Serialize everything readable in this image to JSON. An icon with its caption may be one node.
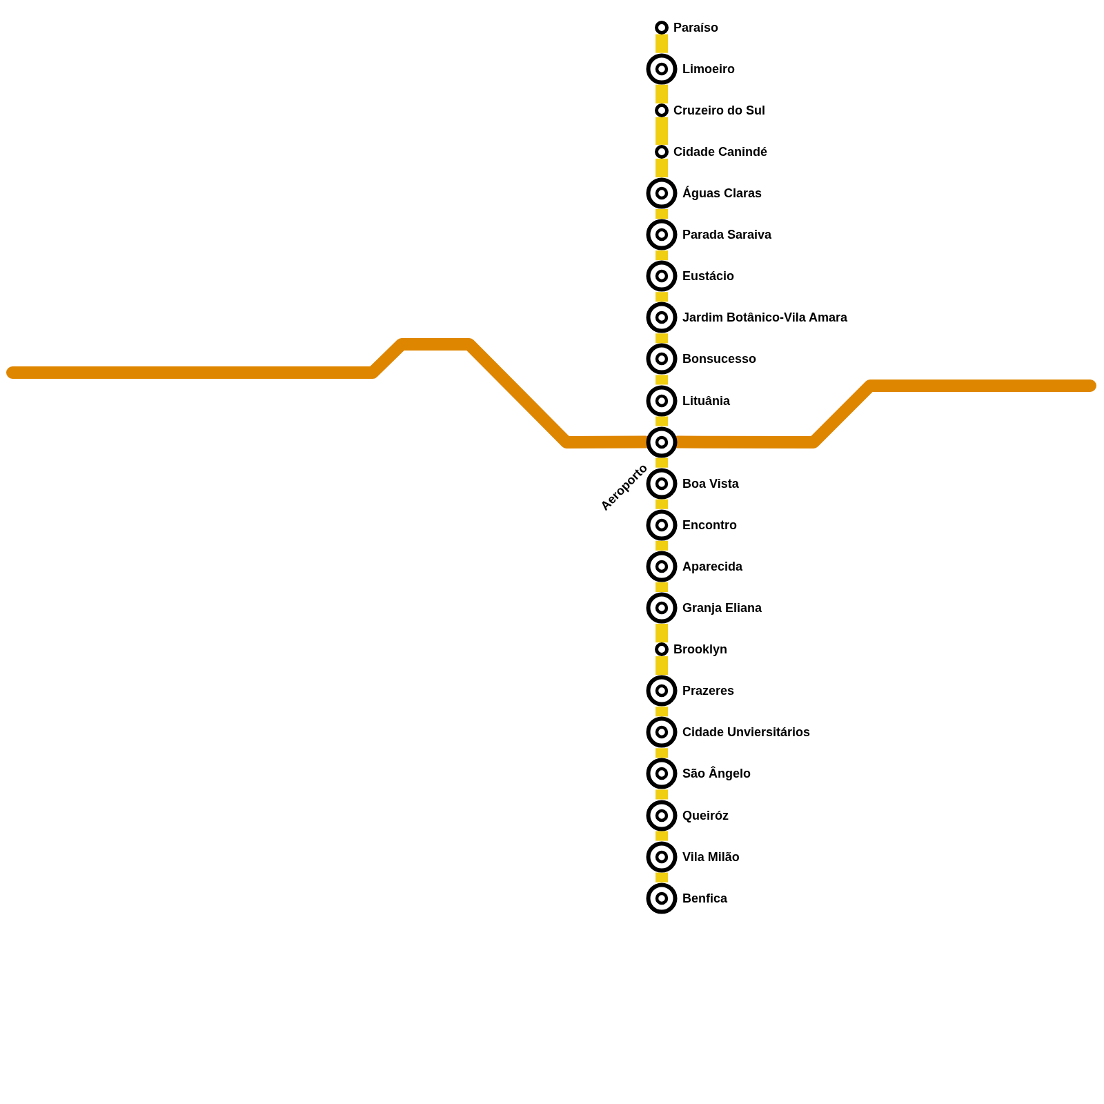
{
  "diagram": {
    "nodes": [
      {
        "text": [
          "Paraíso"
        ]
      },
      {
        "text": [
          "Limoeiro"
        ]
      },
      {
        "text": [
          "Cruzeiro do Sul"
        ]
      },
      {
        "text": [
          "Cidade Canindé"
        ]
      },
      {
        "text": [
          "Águas Claras"
        ]
      },
      {
        "text": [
          "Parada Saraiva"
        ]
      },
      {
        "text": [
          "Eustácio"
        ]
      },
      {
        "text": [
          "Jardim Botânico-Vila Amara"
        ]
      },
      {
        "text": [
          "Bonsucesso"
        ]
      },
      {
        "text": [
          "Lituânia"
        ]
      },
      {
        "text": [
          "Aeroporto"
        ]
      },
      {
        "text": [
          "Boa Vista"
        ]
      },
      {
        "text": [
          "Encontro"
        ]
      },
      {
        "text": [
          "Aparecida"
        ]
      },
      {
        "text": [
          "Granja Eliana"
        ]
      },
      {
        "text": [
          "Brooklyn"
        ]
      },
      {
        "text": [
          "Prazeres"
        ]
      },
      {
        "text": [
          "Cidade Unviersitários"
        ]
      },
      {
        "text": [
          "São Ângelo"
        ]
      },
      {
        "text": [
          "Queiróz"
        ]
      },
      {
        "text": [
          "Vila Milão"
        ]
      },
      {
        "text": [
          "Benfica"
        ]
      }
    ],
    "edges": [
      {
        "from": 0,
        "to": 1,
        "arrow": "none"
      },
      {
        "from": 1,
        "to": 2,
        "arrow": "none"
      },
      {
        "from": 2,
        "to": 3,
        "arrow": "none"
      },
      {
        "from": 3,
        "to": 4,
        "arrow": "none"
      },
      {
        "from": 4,
        "to": 5,
        "arrow": "none"
      },
      {
        "from": 5,
        "to": 6,
        "arrow": "none"
      },
      {
        "from": 6,
        "to": 7,
        "arrow": "none"
      },
      {
        "from": 7,
        "to": 8,
        "arrow": "none"
      },
      {
        "from": 8,
        "to": 9,
        "arrow": "none"
      },
      {
        "from": 9,
        "to": 10,
        "arrow": "none"
      },
      {
        "from": 10,
        "to": 11,
        "arrow": "none"
      },
      {
        "from": 11,
        "to": 12,
        "arrow": "none"
      },
      {
        "from": 12,
        "to": 13,
        "arrow": "none"
      },
      {
        "from": 13,
        "to": 14,
        "arrow": "none"
      },
      {
        "from": 14,
        "to": 15,
        "arrow": "none"
      },
      {
        "from": 15,
        "to": 16,
        "arrow": "none"
      },
      {
        "from": 16,
        "to": 17,
        "arrow": "none"
      },
      {
        "from": 17,
        "to": 18,
        "arrow": "none"
      },
      {
        "from": 18,
        "to": 19,
        "arrow": "none"
      },
      {
        "from": 19,
        "to": 20,
        "arrow": "none"
      },
      {
        "from": 20,
        "to": 21,
        "arrow": "none"
      },
      {
        "from": null,
        "to": 10,
        "arrow": "none",
        "color": "#df8600"
      },
      {
        "from": 10,
        "to": null,
        "arrow": "none",
        "color": "#df8600"
      }
    ]
  }
}
